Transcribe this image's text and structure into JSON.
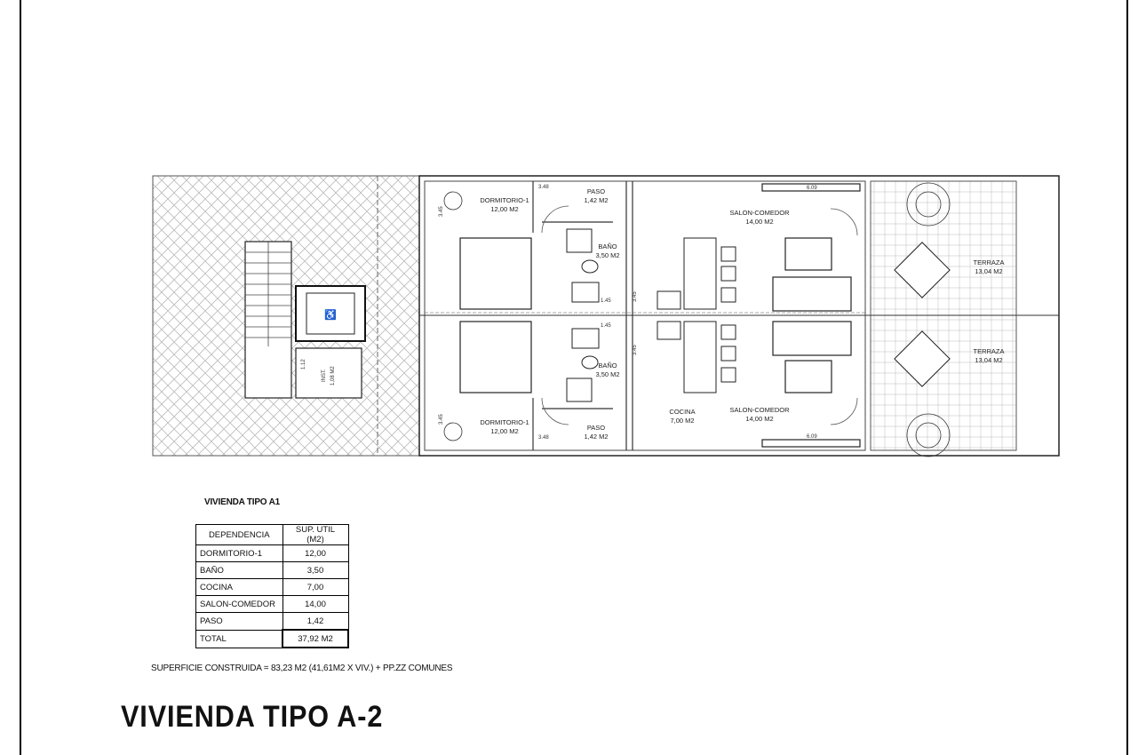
{
  "plan": {
    "rooms_upper": {
      "dormitorio_name": "DORMITORIO-1",
      "dormitorio_area": "12,00 M2",
      "paso_name": "PASO",
      "paso_area": "1,42 M2",
      "bano_name": "BAÑO",
      "bano_area": "3,50 M2",
      "salon_name": "SALON-COMEDOR",
      "salon_area": "14,00 M2",
      "terraza_name": "TERRAZA",
      "terraza_area": "13,04 M2"
    },
    "rooms_lower": {
      "dormitorio_name": "DORMITORIO-1",
      "dormitorio_area": "12,00 M2",
      "paso_name": "PASO",
      "paso_area": "1,42 M2",
      "bano_name": "BAÑO",
      "bano_area": "3,50 M2",
      "cocina_name": "COCINA",
      "cocina_area": "7,00 M2",
      "salon_name": "SALON-COMEDOR",
      "salon_area": "14,00 M2",
      "terraza_name": "TERRAZA",
      "terraza_area": "13,04 M2"
    },
    "inst_label": "INST.",
    "inst_area": "1,08 M2",
    "dimensions": {
      "d_3_45_a": "3.45",
      "d_3_45_b": "3.45",
      "d_3_48_a": "3.48",
      "d_3_48_b": "3.48",
      "d_1_45_a": "1.45",
      "d_1_45_b": "1.45",
      "d_6_09_a": "6.09",
      "d_6_09_b": "6.09",
      "d_1_12": "1.12",
      "d_3_45_c": "3.45",
      "d_3_45_d": "3.45"
    }
  },
  "table": {
    "title": "VIVIENDA TIPO A1",
    "headers": [
      "DEPENDENCIA",
      "SUP. UTIL (M2)"
    ],
    "rows": [
      [
        "DORMITORIO-1",
        "12,00"
      ],
      [
        "BAÑO",
        "3,50"
      ],
      [
        "COCINA",
        "7,00"
      ],
      [
        "SALON-COMEDOR",
        "14,00"
      ],
      [
        "PASO",
        "1,42"
      ],
      [
        "TOTAL",
        "37,92 M2"
      ]
    ]
  },
  "note": "SUPERFICIE CONSTRUIDA = 83,23 M2 (41,61M2 X VIV.) + PP.ZZ COMUNES",
  "sheet_title": "VIVIENDA TIPO A-2"
}
